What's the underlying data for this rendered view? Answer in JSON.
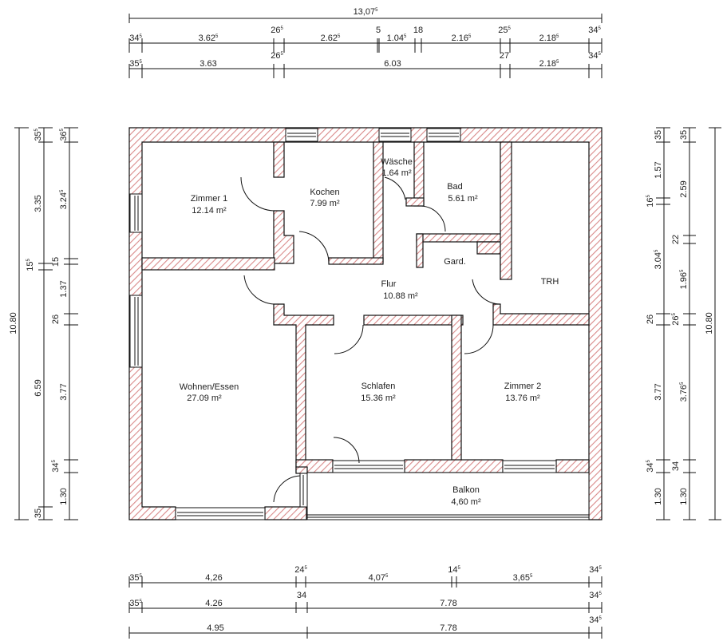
{
  "colors": {
    "wall_hatch": "#d98a8a",
    "wall_bg": "#ffffff",
    "line": "#111111"
  },
  "rooms": [
    {
      "id": "zimmer1",
      "name": "Zimmer 1",
      "area": "12.14 m²"
    },
    {
      "id": "kochen",
      "name": "Kochen",
      "area": "7.99 m²"
    },
    {
      "id": "waesche",
      "name": "Wäsche",
      "area": "1.64 m²"
    },
    {
      "id": "bad",
      "name": "Bad",
      "area": "5.61 m²"
    },
    {
      "id": "gard",
      "name": "Gard.",
      "area": ""
    },
    {
      "id": "trh",
      "name": "TRH",
      "area": ""
    },
    {
      "id": "flur",
      "name": "Flur",
      "area": "10.88 m²"
    },
    {
      "id": "wohnen",
      "name": "Wohnen/Essen",
      "area": "27.09 m²"
    },
    {
      "id": "schlafen",
      "name": "Schlafen",
      "area": "15.36 m²"
    },
    {
      "id": "zimmer2",
      "name": "Zimmer 2",
      "area": "13.76 m²"
    },
    {
      "id": "balkon",
      "name": "Balkon",
      "area": "4,60 m²"
    }
  ],
  "dimensions": {
    "top": {
      "overall": {
        "value": "13,07",
        "sup": "5"
      },
      "row1": [
        {
          "value": "34",
          "sup": "5"
        },
        {
          "value": "3.62",
          "sup": "5"
        },
        {
          "value": "26",
          "sup": "5"
        },
        {
          "value": "2.62",
          "sup": "5"
        },
        {
          "value": "5",
          "sup": ""
        },
        {
          "value": "1.04",
          "sup": "5"
        },
        {
          "value": "18",
          "sup": ""
        },
        {
          "value": "2.16",
          "sup": "5"
        },
        {
          "value": "25",
          "sup": "5"
        },
        {
          "value": "2.18",
          "sup": "5"
        },
        {
          "value": "34",
          "sup": "5"
        }
      ],
      "row2": [
        {
          "value": "35",
          "sup": "5"
        },
        {
          "value": "3.63",
          "sup": ""
        },
        {
          "value": "26",
          "sup": "5"
        },
        {
          "value": "6.03",
          "sup": ""
        },
        {
          "value": "27",
          "sup": ""
        },
        {
          "value": "2.18",
          "sup": "5"
        },
        {
          "value": "34",
          "sup": "5"
        }
      ]
    },
    "bottom": {
      "row1": [
        {
          "value": "35",
          "sup": "5"
        },
        {
          "value": "4,26",
          "sup": ""
        },
        {
          "value": "24",
          "sup": "5"
        },
        {
          "value": "4,07",
          "sup": "5"
        },
        {
          "value": "14",
          "sup": "5"
        },
        {
          "value": "3,65",
          "sup": "5"
        },
        {
          "value": "34",
          "sup": "5"
        }
      ],
      "row2": [
        {
          "value": "35",
          "sup": "5"
        },
        {
          "value": "4.26",
          "sup": ""
        },
        {
          "value": "34",
          "sup": ""
        },
        {
          "value": "7.78",
          "sup": ""
        },
        {
          "value": "34",
          "sup": "5"
        }
      ],
      "row3": [
        {
          "value": "4.95",
          "sup": ""
        },
        {
          "value": "7.78",
          "sup": ""
        },
        {
          "value": "34",
          "sup": "5"
        }
      ]
    },
    "left": {
      "overall": {
        "value": "10.80",
        "sup": ""
      },
      "row1": [
        {
          "value": "35",
          "sup": "5"
        },
        {
          "value": "3.35",
          "sup": ""
        },
        {
          "value": "15",
          "sup": "5"
        },
        {
          "value": "6.59",
          "sup": ""
        },
        {
          "value": "35",
          "sup": ""
        }
      ],
      "row2": [
        {
          "value": "36",
          "sup": "5"
        },
        {
          "value": "3.24",
          "sup": "5"
        },
        {
          "value": "15",
          "sup": ""
        },
        {
          "value": "1.37",
          "sup": ""
        },
        {
          "value": "26",
          "sup": ""
        },
        {
          "value": "3.77",
          "sup": ""
        },
        {
          "value": "34",
          "sup": "5"
        },
        {
          "value": "1.30",
          "sup": ""
        }
      ]
    },
    "right": {
      "overall": {
        "value": "10.80",
        "sup": ""
      },
      "row1": [
        {
          "value": "35",
          "sup": ""
        },
        {
          "value": "1.57",
          "sup": ""
        },
        {
          "value": "16",
          "sup": "5"
        },
        {
          "value": "3.04",
          "sup": "5"
        },
        {
          "value": "26",
          "sup": ""
        },
        {
          "value": "3.77",
          "sup": ""
        },
        {
          "value": "34",
          "sup": "5"
        },
        {
          "value": "1.30",
          "sup": ""
        }
      ],
      "row2": [
        {
          "value": "35",
          "sup": ""
        },
        {
          "value": "2.59",
          "sup": ""
        },
        {
          "value": "22",
          "sup": ""
        },
        {
          "value": "1.96",
          "sup": "5"
        },
        {
          "value": "26",
          "sup": "5"
        },
        {
          "value": "3.76",
          "sup": "5"
        },
        {
          "value": "34",
          "sup": ""
        },
        {
          "value": "1.30",
          "sup": ""
        }
      ]
    }
  }
}
